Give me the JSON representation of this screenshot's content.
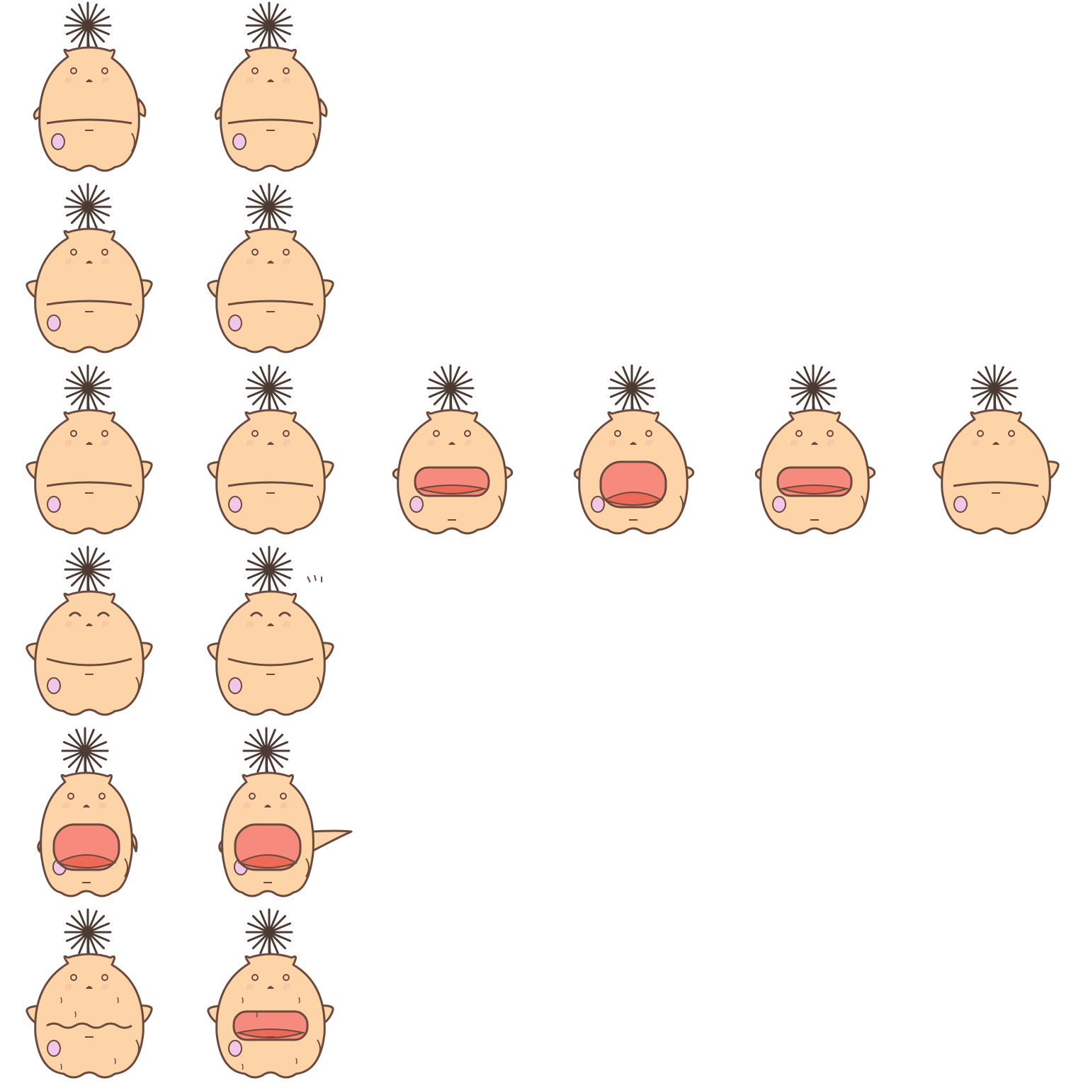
{
  "sheet": {
    "background": "#ffffff",
    "colors": {
      "body_fill": "#fdd3a8",
      "outline": "#6b4a3e",
      "paw_fill": "#f0c7e6",
      "blush": "#f4a49a",
      "mouth_outer": "#f58a7d",
      "mouth_inner": "#ec6a57",
      "sprout": "#4d3a33"
    },
    "rows": [
      {
        "cells": [
          {
            "pose": "idle",
            "expression": "neutral"
          },
          {
            "pose": "idle",
            "expression": "neutral"
          }
        ]
      },
      {
        "cells": [
          {
            "pose": "arms-out",
            "expression": "neutral"
          },
          {
            "pose": "arms-out",
            "expression": "neutral"
          }
        ]
      },
      {
        "cells": [
          {
            "pose": "arms-out",
            "expression": "neutral"
          },
          {
            "pose": "arms-out",
            "expression": "neutral"
          },
          {
            "pose": "arms-mid",
            "expression": "shout"
          },
          {
            "pose": "arms-mid",
            "expression": "shout-wide"
          },
          {
            "pose": "arms-mid",
            "expression": "shout"
          },
          {
            "pose": "arms-out",
            "expression": "neutral"
          }
        ]
      },
      {
        "cells": [
          {
            "pose": "arms-out",
            "expression": "happy"
          },
          {
            "pose": "arms-out",
            "expression": "happy-sparkle"
          }
        ]
      },
      {
        "cells": [
          {
            "pose": "lean",
            "expression": "shout-wide"
          },
          {
            "pose": "lean-point",
            "expression": "shout-wide"
          }
        ]
      },
      {
        "cells": [
          {
            "pose": "arms-out",
            "expression": "nervous"
          },
          {
            "pose": "arms-out",
            "expression": "nervous-shout"
          }
        ]
      }
    ]
  }
}
